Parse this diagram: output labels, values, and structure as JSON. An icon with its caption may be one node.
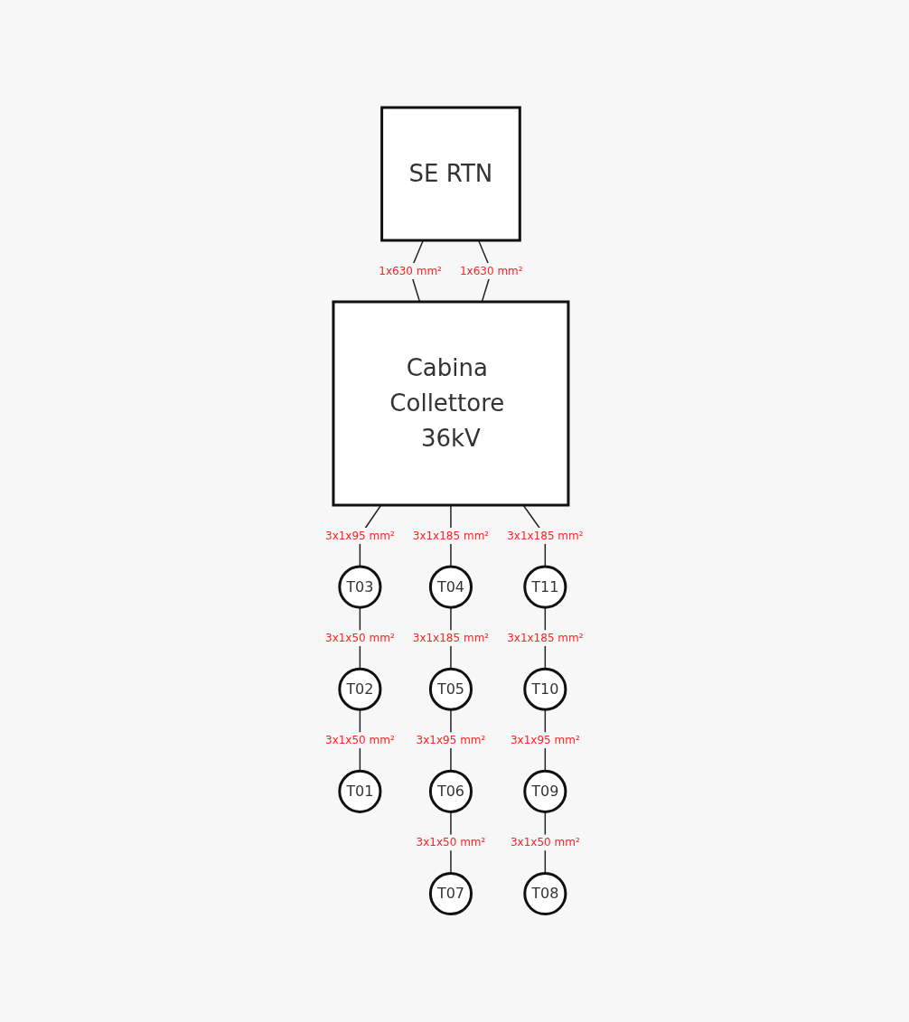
{
  "diagram": {
    "nodes": [
      {
        "text": [
          "SE RTN"
        ]
      },
      {
        "text": [
          "Cabina Collettore 36kV"
        ]
      },
      {
        "text": [
          "T01"
        ]
      },
      {
        "text": [
          "T02"
        ]
      },
      {
        "text": [
          "T03"
        ]
      },
      {
        "text": [
          "T07"
        ]
      },
      {
        "text": [
          "T06"
        ]
      },
      {
        "text": [
          "T05"
        ]
      },
      {
        "text": [
          "T04"
        ]
      },
      {
        "text": [
          "T08"
        ]
      },
      {
        "text": [
          "T09"
        ]
      },
      {
        "text": [
          "T10"
        ]
      },
      {
        "text": [
          "T11"
        ]
      }
    ],
    "edges": [
      {
        "from": 0,
        "to": 1,
        "arrow": "none",
        "label": "1x630 mm²"
      },
      {
        "from": 0,
        "to": 1,
        "arrow": "none",
        "label": "1x630 mm²"
      },
      {
        "from": 1,
        "to": 4,
        "arrow": "none",
        "label": "3x1x95 mm²"
      },
      {
        "from": 4,
        "to": 3,
        "arrow": "none",
        "label": "3x1x50 mm²"
      },
      {
        "from": 3,
        "to": 2,
        "arrow": "none",
        "label": "3x1x50 mm²"
      },
      {
        "from": 1,
        "to": 8,
        "arrow": "none",
        "label": "3x1x185 mm²"
      },
      {
        "from": 8,
        "to": 7,
        "arrow": "none",
        "label": "3x1x185 mm²"
      },
      {
        "from": 7,
        "to": 6,
        "arrow": "none",
        "label": "3x1x95 mm²"
      },
      {
        "from": 6,
        "to": 5,
        "arrow": "none",
        "label": "3x1x50 mm²"
      },
      {
        "from": 1,
        "to": 12,
        "arrow": "none",
        "label": "3x1x185 mm²"
      },
      {
        "from": 12,
        "to": 11,
        "arrow": "none",
        "label": "3x1x185 mm²"
      },
      {
        "from": 11,
        "to": 10,
        "arrow": "none",
        "label": "3x1x95 mm²"
      },
      {
        "from": 10,
        "to": 9,
        "arrow": "none",
        "label": "3x1x50 mm²"
      }
    ]
  }
}
